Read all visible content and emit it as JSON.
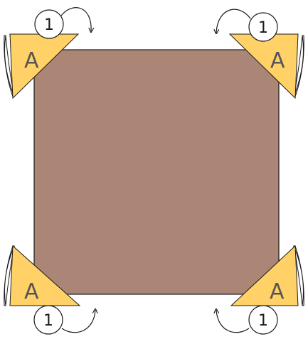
{
  "diagram": {
    "square_color": "#AB8676",
    "corner_fill": "#FFD166",
    "badge_fill": "#FFFFFF",
    "outline_color": "#1A1A1A",
    "corners": [
      {
        "id": "top-left",
        "letter": "A",
        "number": "1"
      },
      {
        "id": "top-right",
        "letter": "A",
        "number": "1"
      },
      {
        "id": "bottom-left",
        "letter": "A",
        "number": "1"
      },
      {
        "id": "bottom-right",
        "letter": "A",
        "number": "1"
      }
    ]
  }
}
